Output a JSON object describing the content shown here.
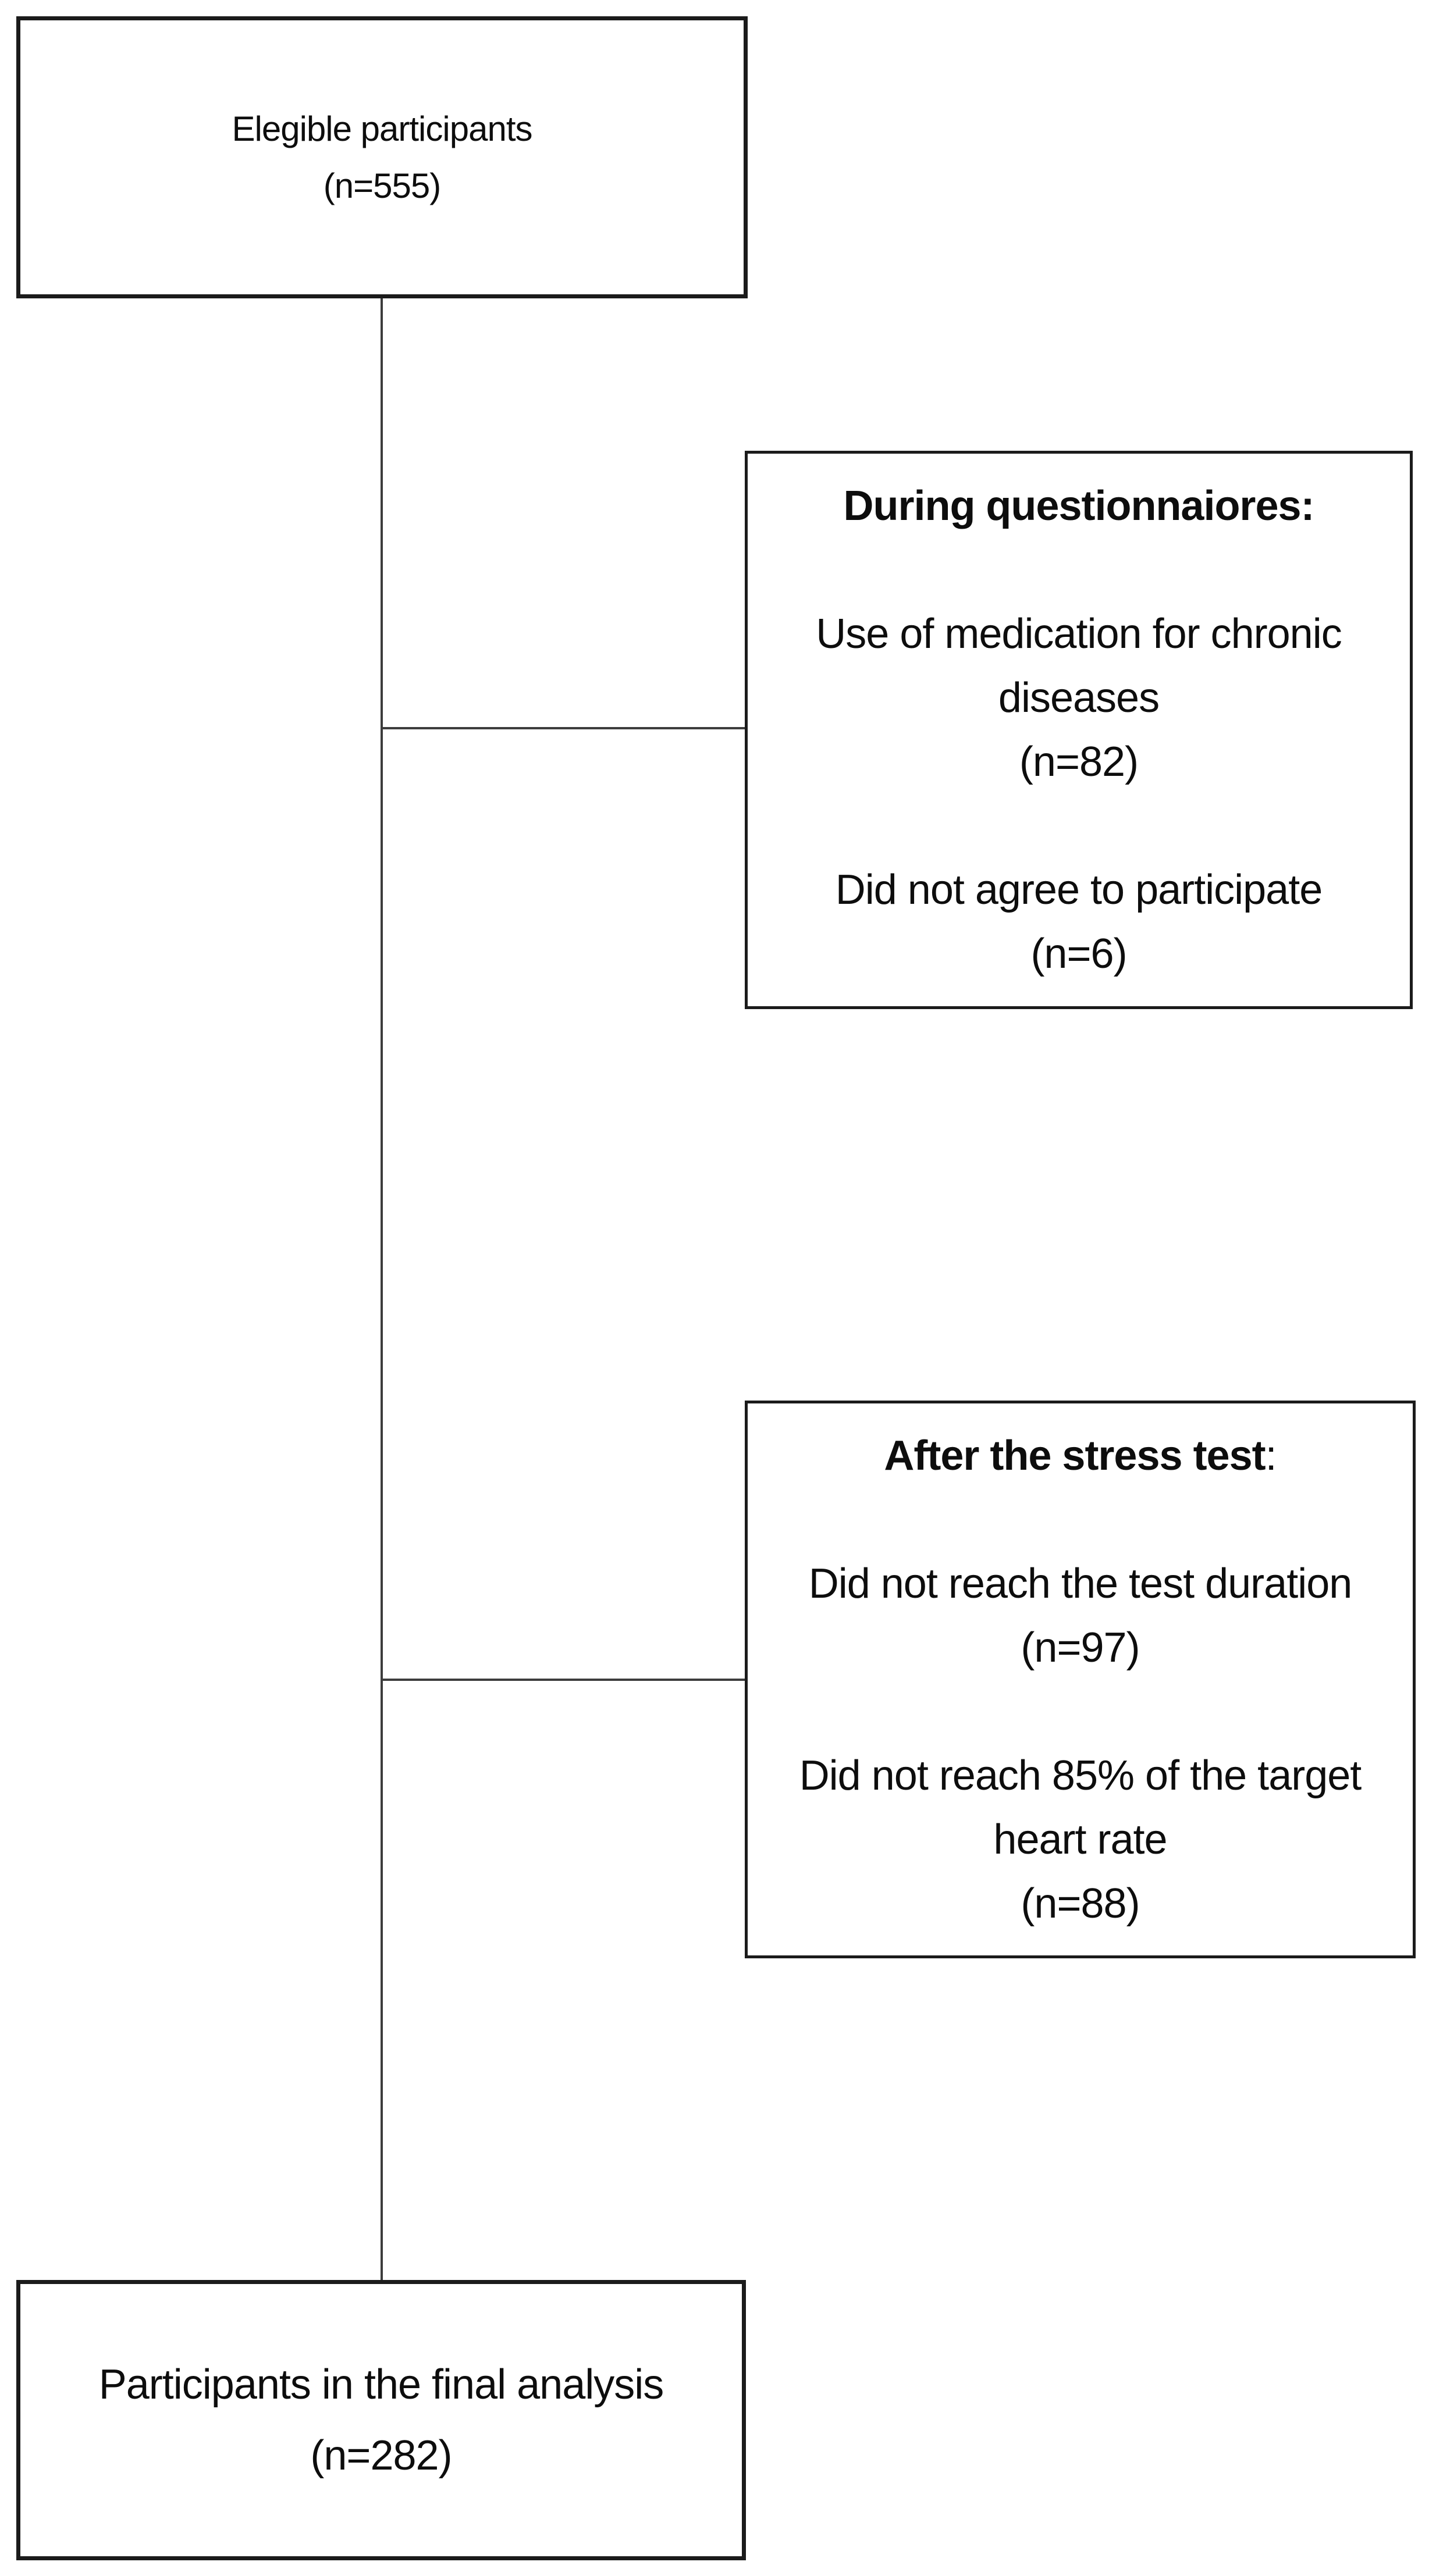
{
  "diagram": {
    "type": "participant-flow-diagram",
    "colors": {
      "background": "#ffffff",
      "box_border": "#1b1b1b",
      "connector_line": "#3d3d3d",
      "text": "#0d0d0d"
    },
    "boxes": {
      "eligible": {
        "line1": "Elegible participants",
        "line2": "(n=555)"
      },
      "during_questionnaires": {
        "title": "During questionnaiores:",
        "item1_line1": "Use of medication for chronic",
        "item1_line2": "diseases",
        "item1_n": "(n=82)",
        "item2_line1": "Did not agree to participate",
        "item2_n": "(n=6)"
      },
      "after_stress_test": {
        "title": "After the stress test",
        "title_colon": ":",
        "item1_line1": "Did not reach the test duration",
        "item1_n": "(n=97)",
        "item2_line1": "Did not reach 85% of the target",
        "item2_line2": "heart rate",
        "item2_n": "(n=88)"
      },
      "final_analysis": {
        "line1": "Participants in the final analysis",
        "line2": "(n=282)"
      }
    }
  }
}
